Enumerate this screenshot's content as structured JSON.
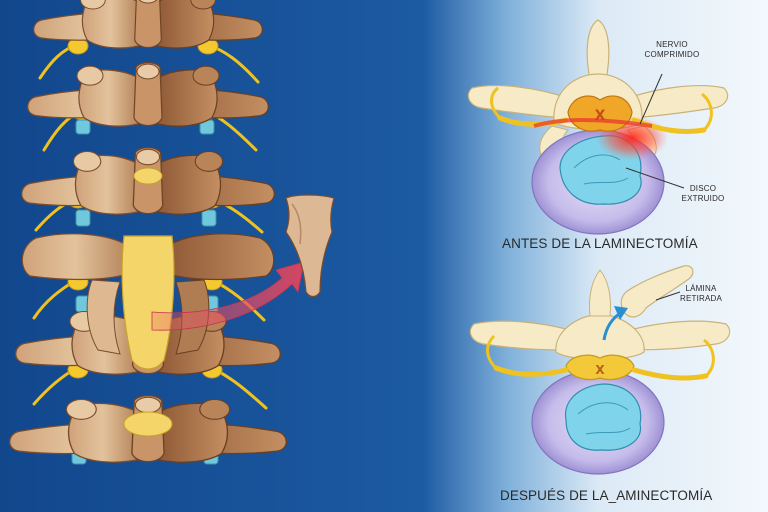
{
  "labels": {
    "nerve_line1": "NERVIO",
    "nerve_line2": "COMPRIMIDO",
    "disc_line1": "DISCO",
    "disc_line2": "EXTRUIDO",
    "lamina_line1": "LÁMINA",
    "lamina_line2": "RETIRADA"
  },
  "captions": {
    "before": "ANTES DE LA LAMINECTOMÍA",
    "after": "DESPUÉS DE LA_AMINECTOMÍA"
  },
  "colors": {
    "background_dark": "#1a4f92",
    "background_light": "#eaf3fb",
    "bone": "#ddb890",
    "bone_shadow": "#a8744c",
    "vertebra_cream": "#f6ebc6",
    "nerve_yellow": "#f3c92f",
    "disc_blue": "#7fd3ea",
    "annulus_purple": "#c9c0ea",
    "compression_red": "#e8322c",
    "arrow_red": "#e8556a",
    "arrow_blue": "#2a8fd0"
  }
}
